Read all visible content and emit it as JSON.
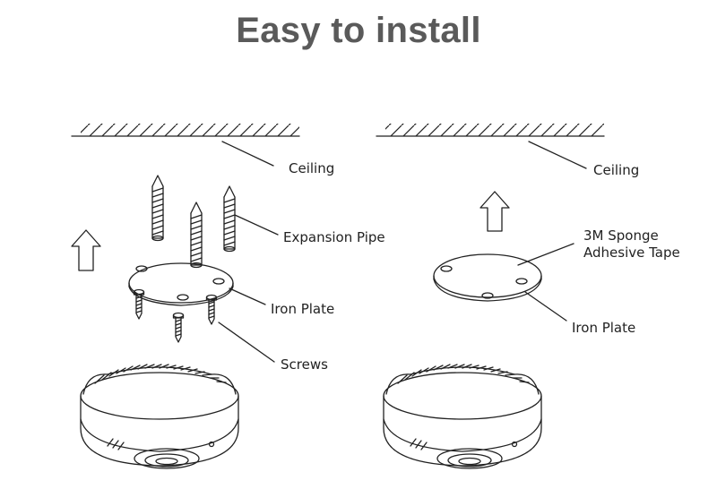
{
  "title": "Easy to install",
  "left_diagram": {
    "ceiling_label": "Ceiling",
    "expansion_pipe_label": "Expansion Pipe",
    "iron_plate_label": "Iron Plate",
    "screws_label": "Screws"
  },
  "right_diagram": {
    "ceiling_label": "Ceiling",
    "tape_label_line1": "3M Sponge",
    "tape_label_line2": "Adhesive Tape",
    "iron_plate_label": "Iron Plate"
  },
  "colors": {
    "title": "#5a5a5a",
    "line": "#222222"
  }
}
